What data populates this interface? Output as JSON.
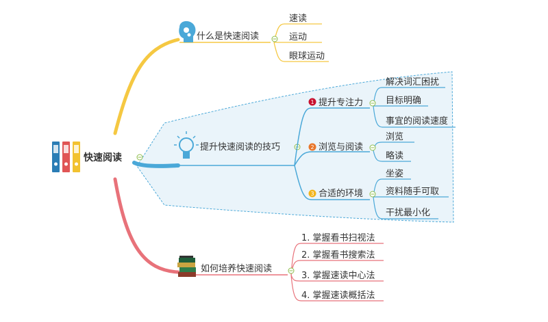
{
  "root": {
    "label": "快速阅读"
  },
  "branches": [
    {
      "label": "什么是快速阅读",
      "icon": "head-gears-icon",
      "color": "#f5c842",
      "children": [
        "速读",
        "运动",
        "眼球运动"
      ]
    },
    {
      "label": "提升快速阅读的技巧",
      "icon": "lightbulb-icon",
      "color": "#4aa8d8",
      "subtopics": [
        {
          "marker": "1",
          "marker_color": "#c8102e",
          "label": "提升专注力",
          "children": [
            "解决词汇困扰",
            "目标明确",
            "事宜的阅读速度"
          ]
        },
        {
          "marker": "2",
          "marker_color": "#e8762b",
          "label": "浏览与阅读",
          "children": [
            "浏览",
            "略读"
          ]
        },
        {
          "marker": "3",
          "marker_color": "#f2b41c",
          "label": "合适的环境",
          "children": [
            "坐姿",
            "资料随手可取",
            "干扰最小化"
          ]
        }
      ]
    },
    {
      "label": "如何培养快速阅读",
      "icon": "books-icon",
      "color": "#e8727a",
      "children": [
        "1. 掌握看书扫视法",
        "2. 掌握看书搜索法",
        "3. 掌握速读中心法",
        "4. 掌握速读概括法"
      ]
    }
  ],
  "colors": {
    "yellow": "#f5c842",
    "blue": "#4aa8d8",
    "pink": "#e8727a",
    "callout_fill": "#eaf4fa",
    "collapse": "#8dbd4a"
  }
}
